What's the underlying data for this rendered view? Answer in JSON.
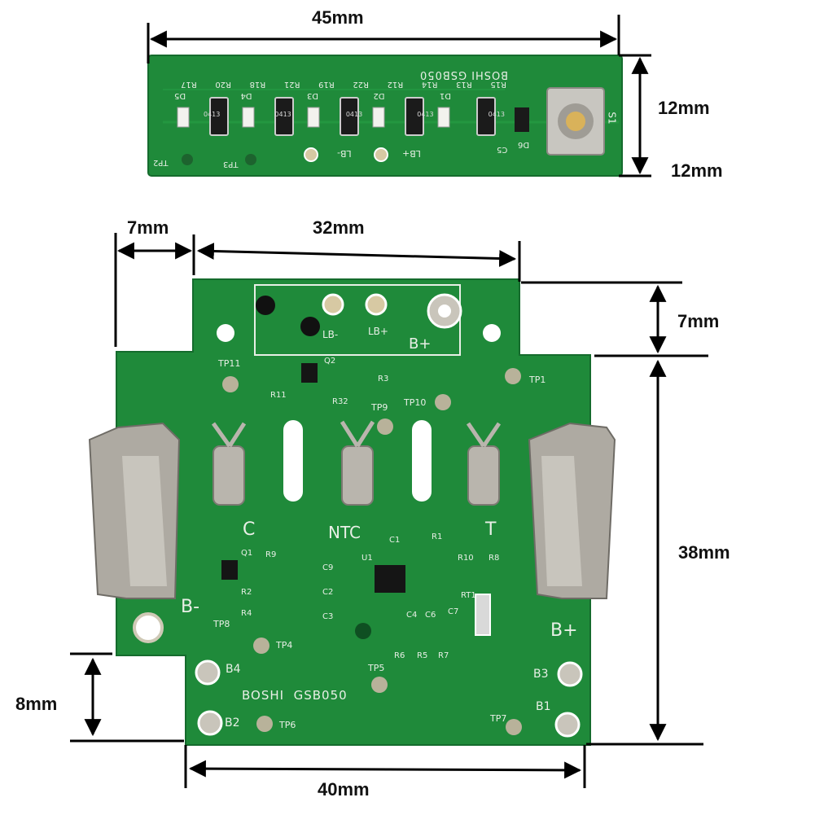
{
  "dimensions": {
    "top_width": "45mm",
    "top_height_a": "12mm",
    "top_height_b": "12mm",
    "tab_width": "7mm",
    "main_top_width": "32mm",
    "top_step": "7mm",
    "main_height": "38mm",
    "bottom_step": "8mm",
    "main_bottom_width": "40mm"
  },
  "top_board": {
    "brand_text": "BOSHI GSB050",
    "switch_label": "S1",
    "top_labels": [
      "R15",
      "R13",
      "R14",
      "R12",
      "R22",
      "R19",
      "R21",
      "R18",
      "R20",
      "R17"
    ],
    "led_labels": [
      "D5",
      "D4",
      "D3",
      "D2",
      "D1"
    ],
    "resistor_codes": [
      "0413",
      "0413",
      "0413",
      "0413",
      "0413"
    ],
    "pad_labels": [
      "LB-",
      "LB+"
    ],
    "test_points": [
      "TP2",
      "TP3"
    ],
    "misc_labels": [
      "D6",
      "C5"
    ]
  },
  "main_board": {
    "brand_text": "BOSHI  GSB050",
    "terminal_labels": [
      "C",
      "NTC",
      "T"
    ],
    "polarity_labels": [
      "B-",
      "B+"
    ],
    "connector_labels": [
      "LB-",
      "LB+",
      "B+"
    ],
    "pad_labels": [
      "B4",
      "B2",
      "B3",
      "B1"
    ],
    "test_points": [
      "TP11",
      "TP1",
      "TP9",
      "TP10",
      "TP8",
      "TP4",
      "TP5",
      "TP6",
      "TP7"
    ],
    "components": [
      "Q2",
      "R11",
      "R3",
      "R32",
      "Q1",
      "R9",
      "C9",
      "R2",
      "C2",
      "R4",
      "C3",
      "C1",
      "R1",
      "U1",
      "R10",
      "R8",
      "RT1",
      "C4",
      "C6",
      "C7",
      "R6",
      "R5",
      "R7"
    ]
  },
  "colors": {
    "pcb_green": "#1f8a3a",
    "pcb_dark": "#167030",
    "silkscreen": "#e8efe6",
    "metal": "#b9b5ad",
    "pad_gold": "#d7c9a3"
  }
}
